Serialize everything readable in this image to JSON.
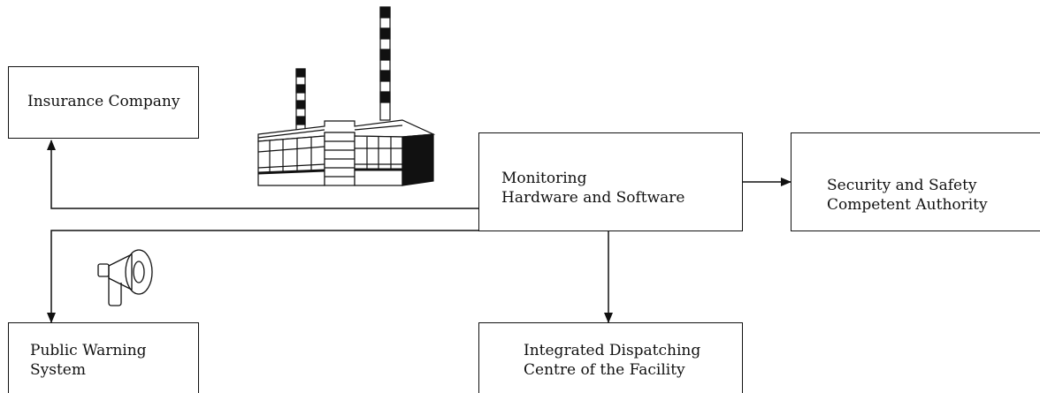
{
  "nodes": {
    "insurance": {
      "lines": [
        "Insurance Company"
      ]
    },
    "monitoring": {
      "lines": [
        "Monitoring",
        "Hardware and Software"
      ]
    },
    "security": {
      "lines": [
        "Security and Safety",
        "Competent Authority"
      ]
    },
    "warning": {
      "lines": [
        "Public Warning",
        "System"
      ]
    },
    "dispatching": {
      "lines": [
        "Integrated Dispatching",
        "Centre of the Facility"
      ]
    }
  },
  "icons": {
    "factory": "factory-icon",
    "megaphone": "megaphone-icon"
  },
  "colors": {
    "stroke": "#111111",
    "background": "#ffffff"
  }
}
